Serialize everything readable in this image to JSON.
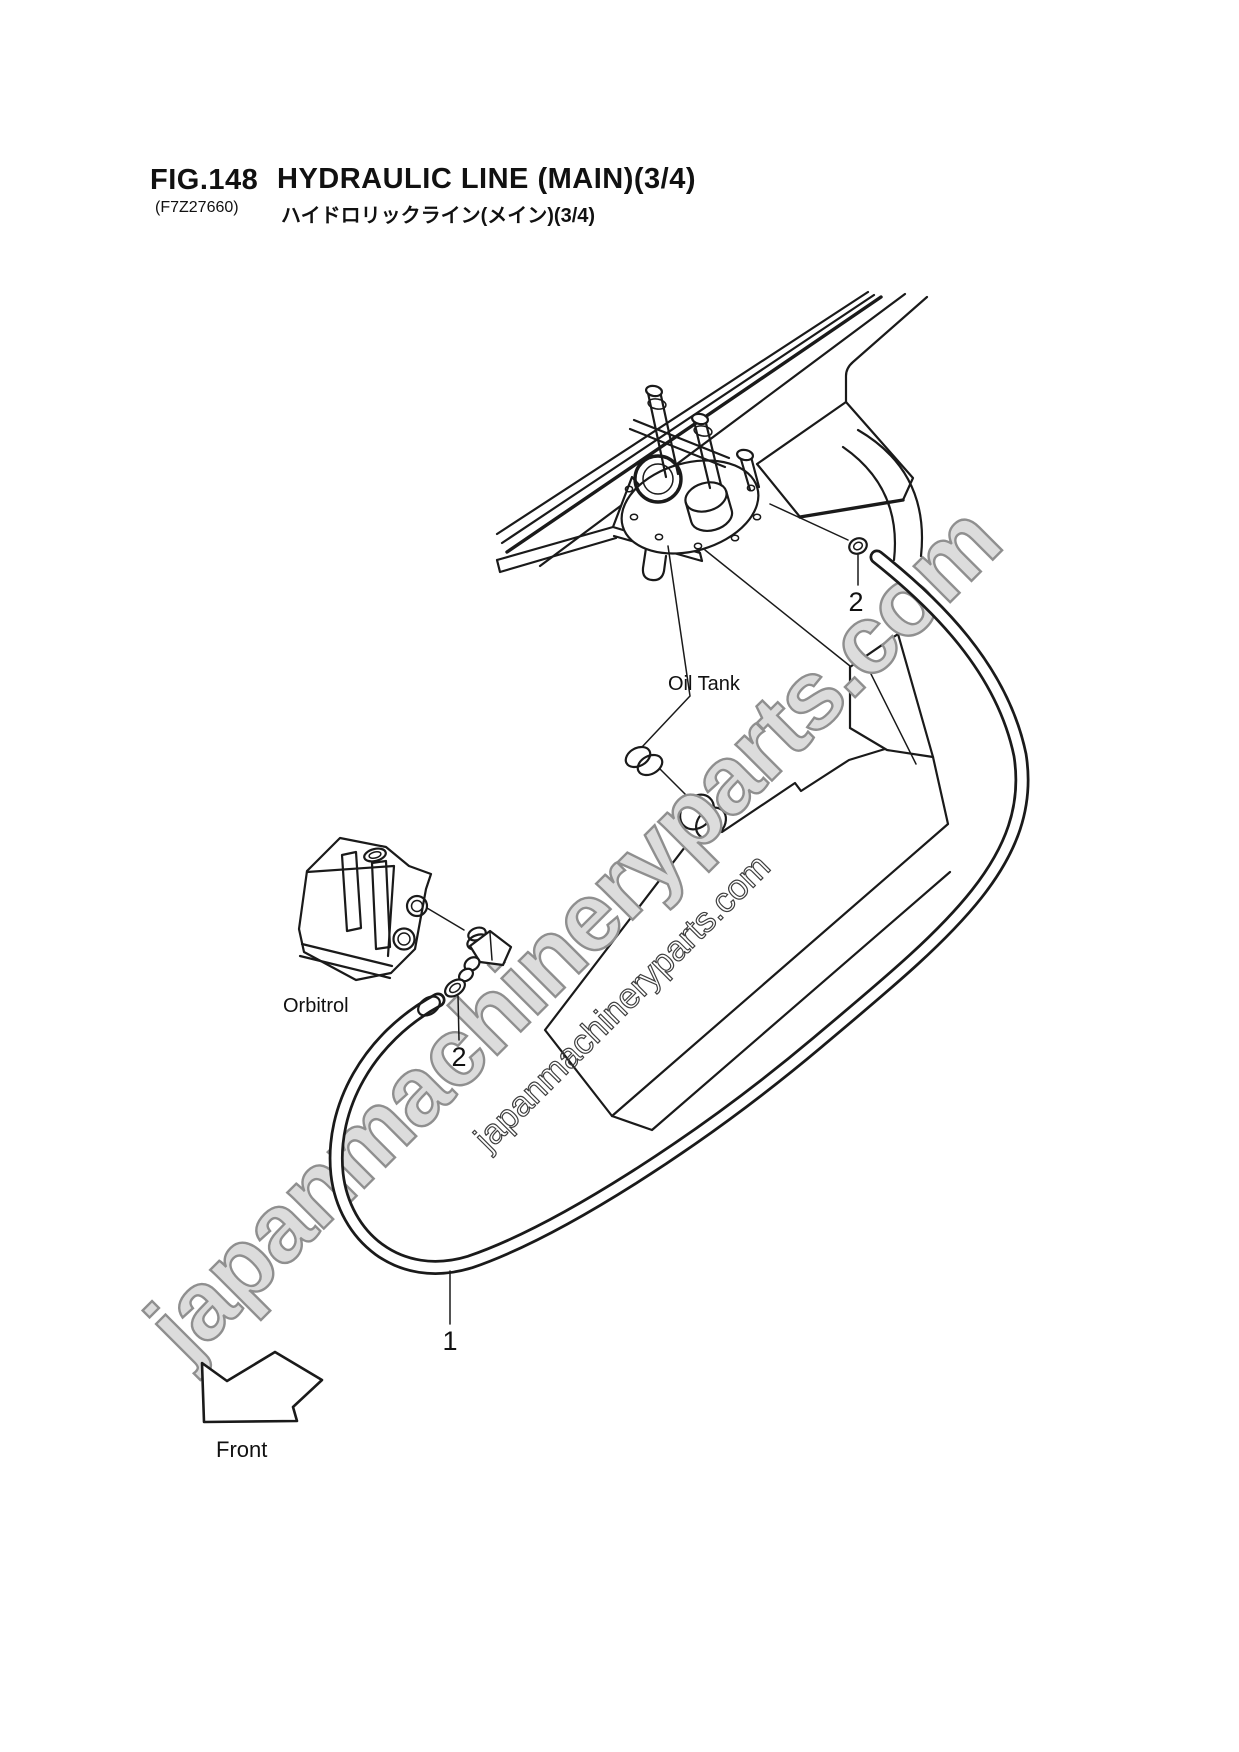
{
  "header": {
    "fig_label": "FIG.148",
    "fig_code": "(F7Z27660)",
    "title_en": "HYDRAULIC LINE (MAIN)(3/4)",
    "title_jp": "ハイドロリックライン(メイン)(3/4)"
  },
  "diagram": {
    "labels": {
      "oil_tank": "Oil Tank",
      "orbitrol": "Orbitrol",
      "front": "Front"
    },
    "callouts": {
      "part1": "1",
      "part2_upper": "2",
      "part2_lower": "2"
    }
  },
  "watermark": {
    "text": "japanmachineryparts.com"
  },
  "colors": {
    "line": "#1a1a1a",
    "watermark_fill": "#dcdcdc",
    "watermark_outline": "#8f8f8f",
    "watermark_thin_outline": "#3f3f3f",
    "background": "#ffffff"
  }
}
